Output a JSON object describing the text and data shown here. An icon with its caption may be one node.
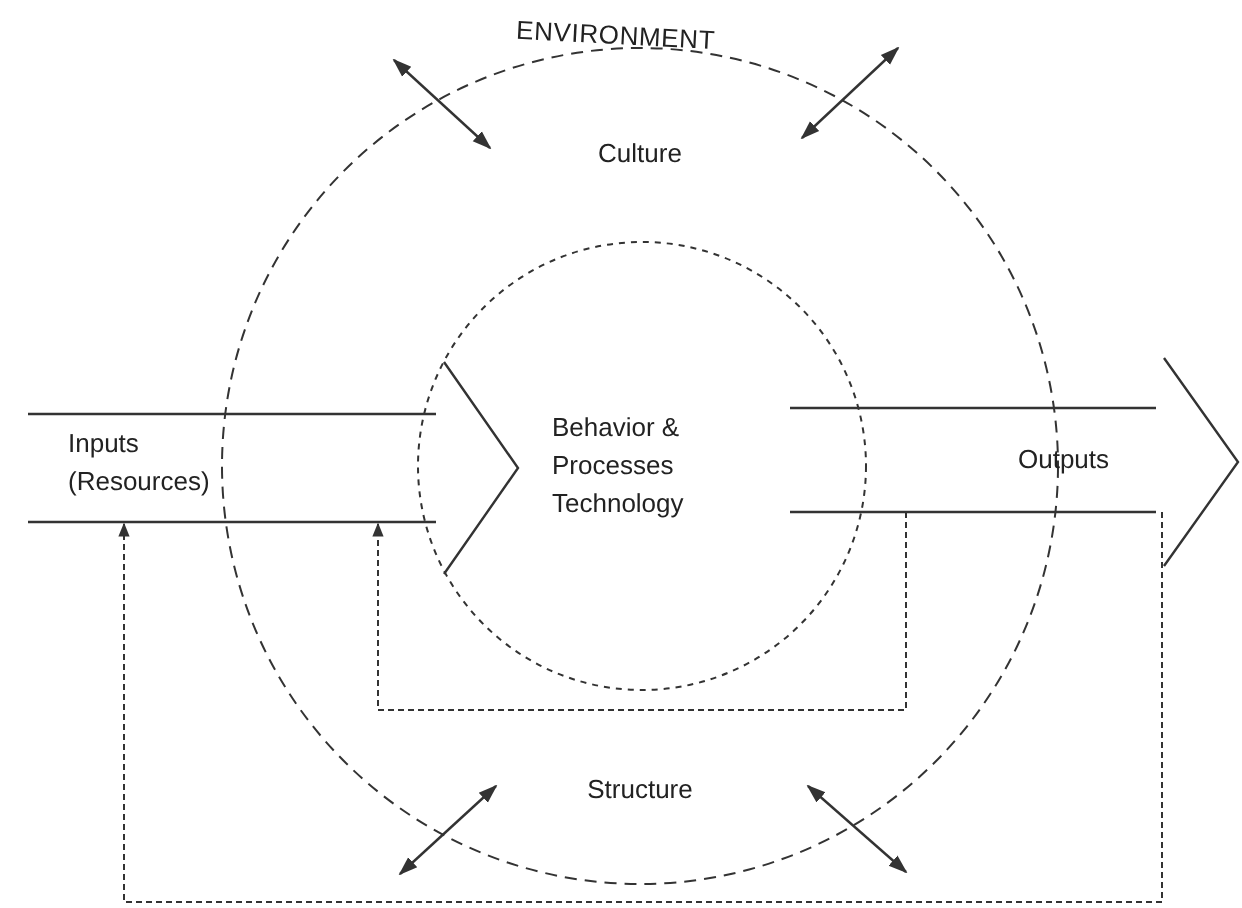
{
  "diagram": {
    "nodes": [
      {
        "text": [
          "Culture",
          "Structure"
        ]
      },
      {
        "text": [
          "Behavior & Processes Technology"
        ],
        "in": 0
      },
      {
        "text": [
          "Inputs (Resources)"
        ]
      },
      {
        "text": [
          "Outputs"
        ]
      }
    ],
    "edges": [
      {
        "from": 3,
        "to": 2,
        "arrow": "to",
        "style": "dashed"
      },
      {
        "from": 3,
        "to": 2,
        "arrow": "to",
        "style": "dashed"
      }
    ],
    "labels": [
      "ENVIRONMENT"
    ]
  }
}
